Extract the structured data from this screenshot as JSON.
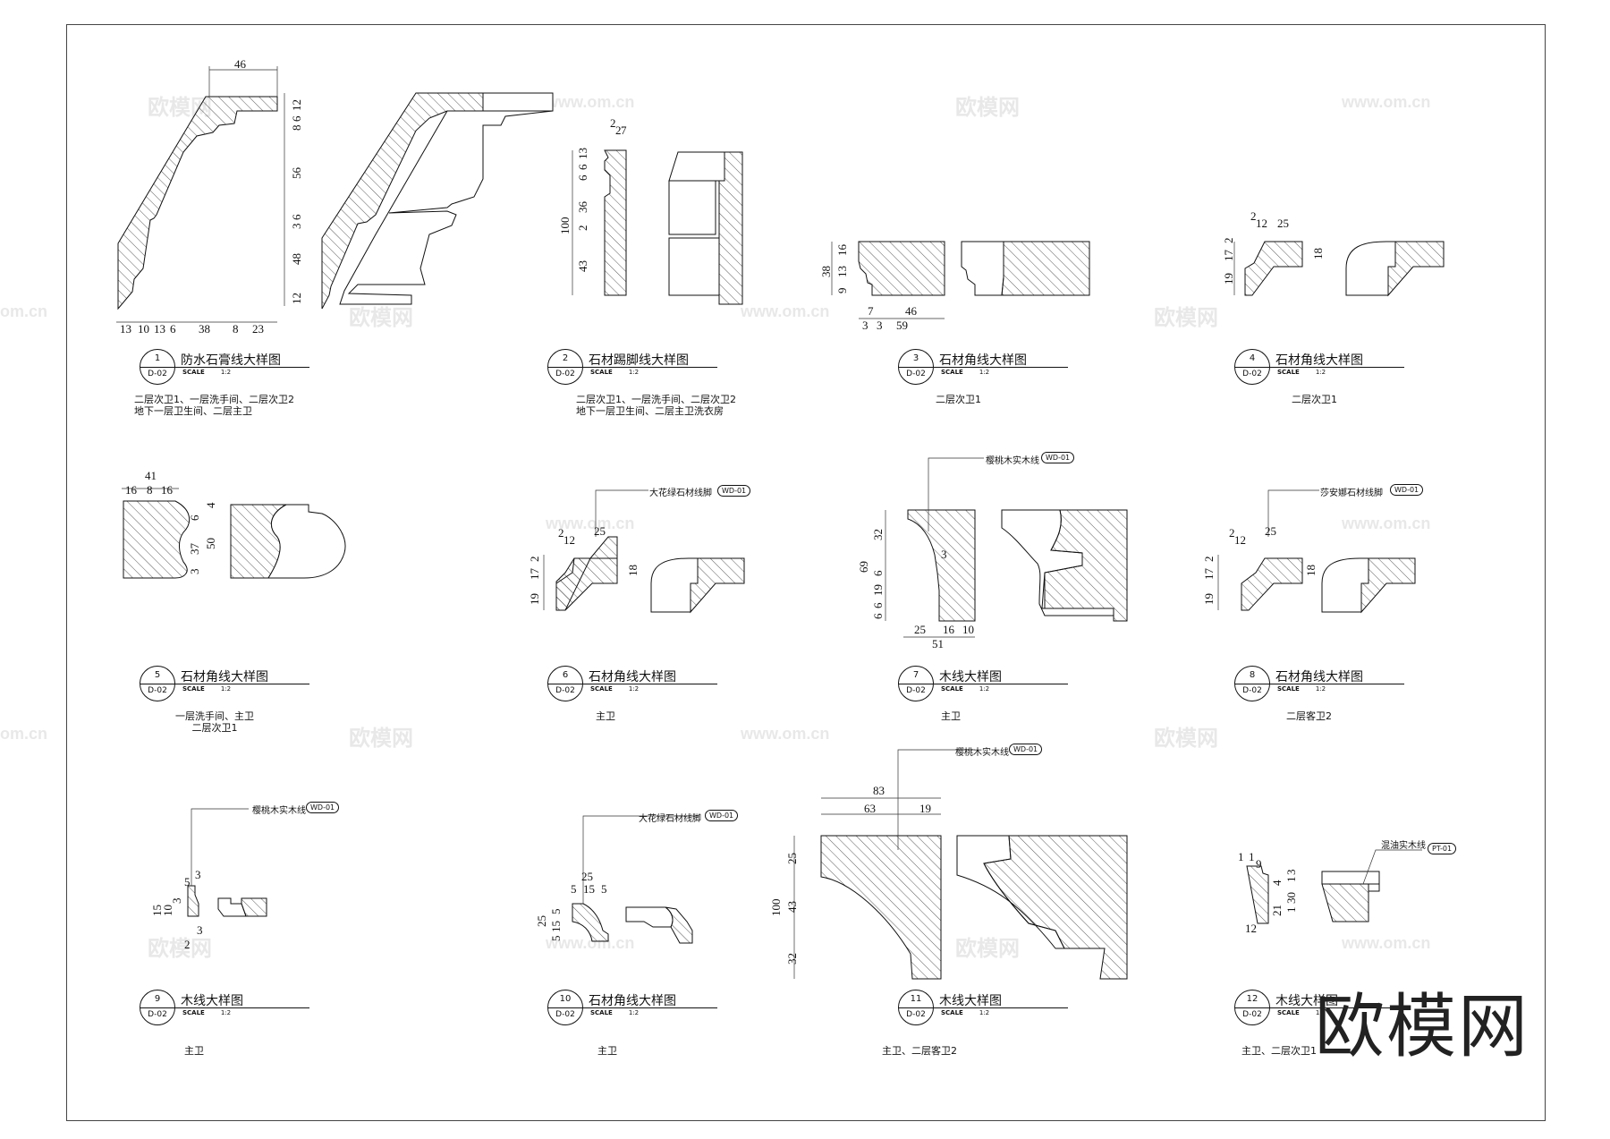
{
  "watermarks": {
    "brand_small": "欧模网",
    "url": "www.om.cn",
    "url_left": "om.cn",
    "brand_large": "欧模网"
  },
  "details": [
    {
      "num": "1",
      "sheet": "D-02",
      "title": "防水石膏线大样图",
      "scale_label": "SCALE",
      "scale": "1:2",
      "location": [
        "二层次卫1、一层洗手间、二层次卫2",
        "地下一层卫生间、二层主卫"
      ]
    },
    {
      "num": "2",
      "sheet": "D-02",
      "title": "石材踢脚线大样图",
      "scale_label": "SCALE",
      "scale": "1:2",
      "location": [
        "二层次卫1、一层洗手间、二层次卫2",
        "地下一层卫生间、二层主卫洗衣房"
      ]
    },
    {
      "num": "3",
      "sheet": "D-02",
      "title": "石材角线大样图",
      "scale_label": "SCALE",
      "scale": "1:2",
      "location": [
        "二层次卫1"
      ]
    },
    {
      "num": "4",
      "sheet": "D-02",
      "title": "石材角线大样图",
      "scale_label": "SCALE",
      "scale": "1:2",
      "location": [
        "二层次卫1"
      ]
    },
    {
      "num": "5",
      "sheet": "D-02",
      "title": "石材角线大样图",
      "scale_label": "SCALE",
      "scale": "1:2",
      "location": [
        "一层洗手间、主卫",
        "二层次卫1"
      ]
    },
    {
      "num": "6",
      "sheet": "D-02",
      "title": "石材角线大样图",
      "scale_label": "SCALE",
      "scale": "1:2",
      "location": [
        "主卫"
      ]
    },
    {
      "num": "7",
      "sheet": "D-02",
      "title": "木线大样图",
      "scale_label": "SCALE",
      "scale": "1:2",
      "location": [
        "主卫"
      ]
    },
    {
      "num": "8",
      "sheet": "D-02",
      "title": "石材角线大样图",
      "scale_label": "SCALE",
      "scale": "1:2",
      "location": [
        "二层客卫2"
      ]
    },
    {
      "num": "9",
      "sheet": "D-02",
      "title": "木线大样图",
      "scale_label": "SCALE",
      "scale": "1:2",
      "location": [
        "主卫"
      ]
    },
    {
      "num": "10",
      "sheet": "D-02",
      "title": "石材角线大样图",
      "scale_label": "SCALE",
      "scale": "1:2",
      "location": [
        "主卫"
      ]
    },
    {
      "num": "11",
      "sheet": "D-02",
      "title": "木线大样图",
      "scale_label": "SCALE",
      "scale": "1:2",
      "location": [
        "主卫、二层客卫2"
      ]
    },
    {
      "num": "12",
      "sheet": "D-02",
      "title": "木线大样图",
      "scale_label": "SCALE",
      "scale": "1:1",
      "location": [
        "主卫、二层次卫1"
      ]
    }
  ],
  "callouts": {
    "d6_material": "大花绿石材线脚",
    "d6_code": "WD-01",
    "d7_material": "樱桃木实木线",
    "d7_code": "WD-01",
    "d8_material": "莎安娜石材线脚",
    "d8_code": "WD-01",
    "d9_material": "樱桃木实木线",
    "d9_code": "WD-01",
    "d10_material": "大花绿石材线脚",
    "d10_code": "WD-01",
    "d11_material": "樱桃木实木线",
    "d11_code": "WD-01",
    "d12_material": "混油实木线",
    "d12_code": "PT-01"
  },
  "dimensions": {
    "d1_top": "46",
    "d1_right": [
      "12",
      "6",
      "8",
      "56",
      "6",
      "3",
      "48",
      "12"
    ],
    "d1_bottom": [
      "13",
      "10",
      "13",
      "6",
      "38",
      "8",
      "23"
    ],
    "d2_top": [
      "2",
      "2",
      "7"
    ],
    "d2_left": [
      "6",
      "13",
      "6",
      "36",
      "2",
      "43"
    ],
    "d2_total": "100",
    "d3_left": [
      "16",
      "13",
      "9"
    ],
    "d3_total": "38",
    "d3_bottom": [
      "7",
      "46",
      "3",
      "3",
      "59"
    ],
    "d4_top": [
      "2",
      "12",
      "25"
    ],
    "d4_left": [
      "2",
      "17",
      "19"
    ],
    "d4_right": "18",
    "d5_top": [
      "41",
      "16",
      "8",
      "16"
    ],
    "d5_right": [
      "6",
      "4",
      "37",
      "50",
      "3"
    ],
    "d6_top": [
      "2",
      "12",
      "25"
    ],
    "d6_left": [
      "2",
      "17",
      "19"
    ],
    "d6_right": "18",
    "d7_left": [
      "32",
      "69",
      "6",
      "19",
      "6",
      "6"
    ],
    "d7_mid": "3",
    "d7_bottom": [
      "25",
      "16",
      "10",
      "51"
    ],
    "d8_top": [
      "2",
      "12",
      "25"
    ],
    "d8_left": [
      "2",
      "17",
      "19"
    ],
    "d8_right": "18",
    "d9_left": [
      "15",
      "10",
      "3",
      "5",
      "3",
      "2",
      "3"
    ],
    "d10_top": [
      "25",
      "5",
      "15",
      "5"
    ],
    "d10_left": [
      "25",
      "5",
      "15",
      "5"
    ],
    "d11_top": [
      "83",
      "63",
      "19"
    ],
    "d11_left": [
      "25",
      "100",
      "43",
      "32"
    ],
    "d12_top": [
      "1",
      "1",
      "9"
    ],
    "d12_right": [
      "4",
      "3",
      "1",
      "21",
      "30",
      "1"
    ],
    "d12_bottom": "12"
  }
}
